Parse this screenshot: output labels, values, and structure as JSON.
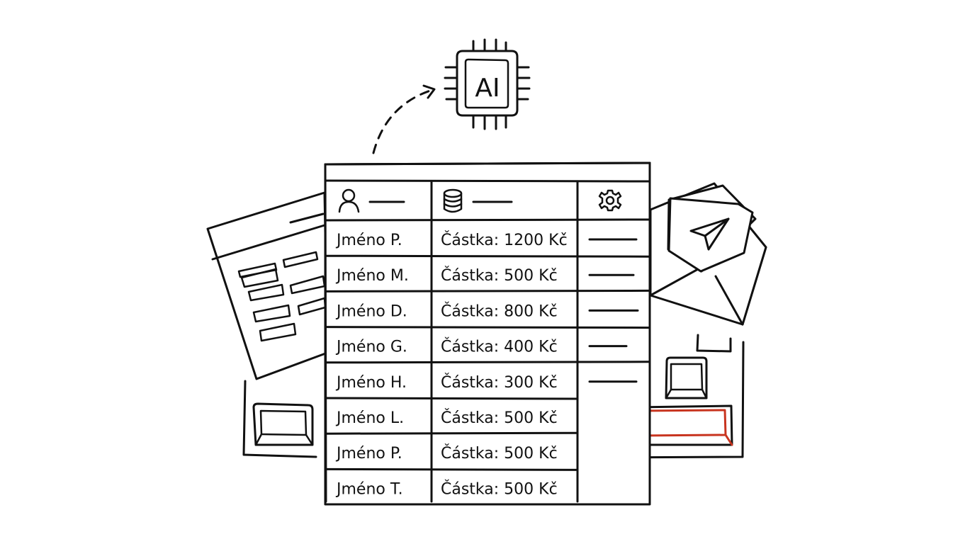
{
  "chip": {
    "label": "AI"
  },
  "table": {
    "columns": [
      {
        "icon": "user-icon"
      },
      {
        "icon": "database-icon"
      },
      {
        "icon": "gear-icon"
      }
    ],
    "rows": [
      {
        "name": "Jméno P.",
        "amount": "Částka: 1200 Kč"
      },
      {
        "name": "Jméno M.",
        "amount": "Částka: 500 Kč"
      },
      {
        "name": "Jméno D.",
        "amount": "Částka: 800 Kč"
      },
      {
        "name": "Jméno G.",
        "amount": "Částka: 400 Kč"
      },
      {
        "name": "Jméno H.",
        "amount": "Částka: 300 Kč"
      },
      {
        "name": "Jméno L.",
        "amount": "Částka: 500 Kč"
      },
      {
        "name": "Jméno P.",
        "amount": "Částka: 500 Kč"
      },
      {
        "name": "Jméno T.",
        "amount": "Částka: 500 Kč"
      }
    ]
  },
  "colors": {
    "ink": "#111111",
    "accent": "#c8341f",
    "background": "#ffffff"
  },
  "icons": [
    "cpu-chip-icon",
    "dashed-arrow-icon",
    "document-form-icon",
    "envelope-send-icon",
    "paper-plane-icon",
    "keyboard-icon"
  ]
}
